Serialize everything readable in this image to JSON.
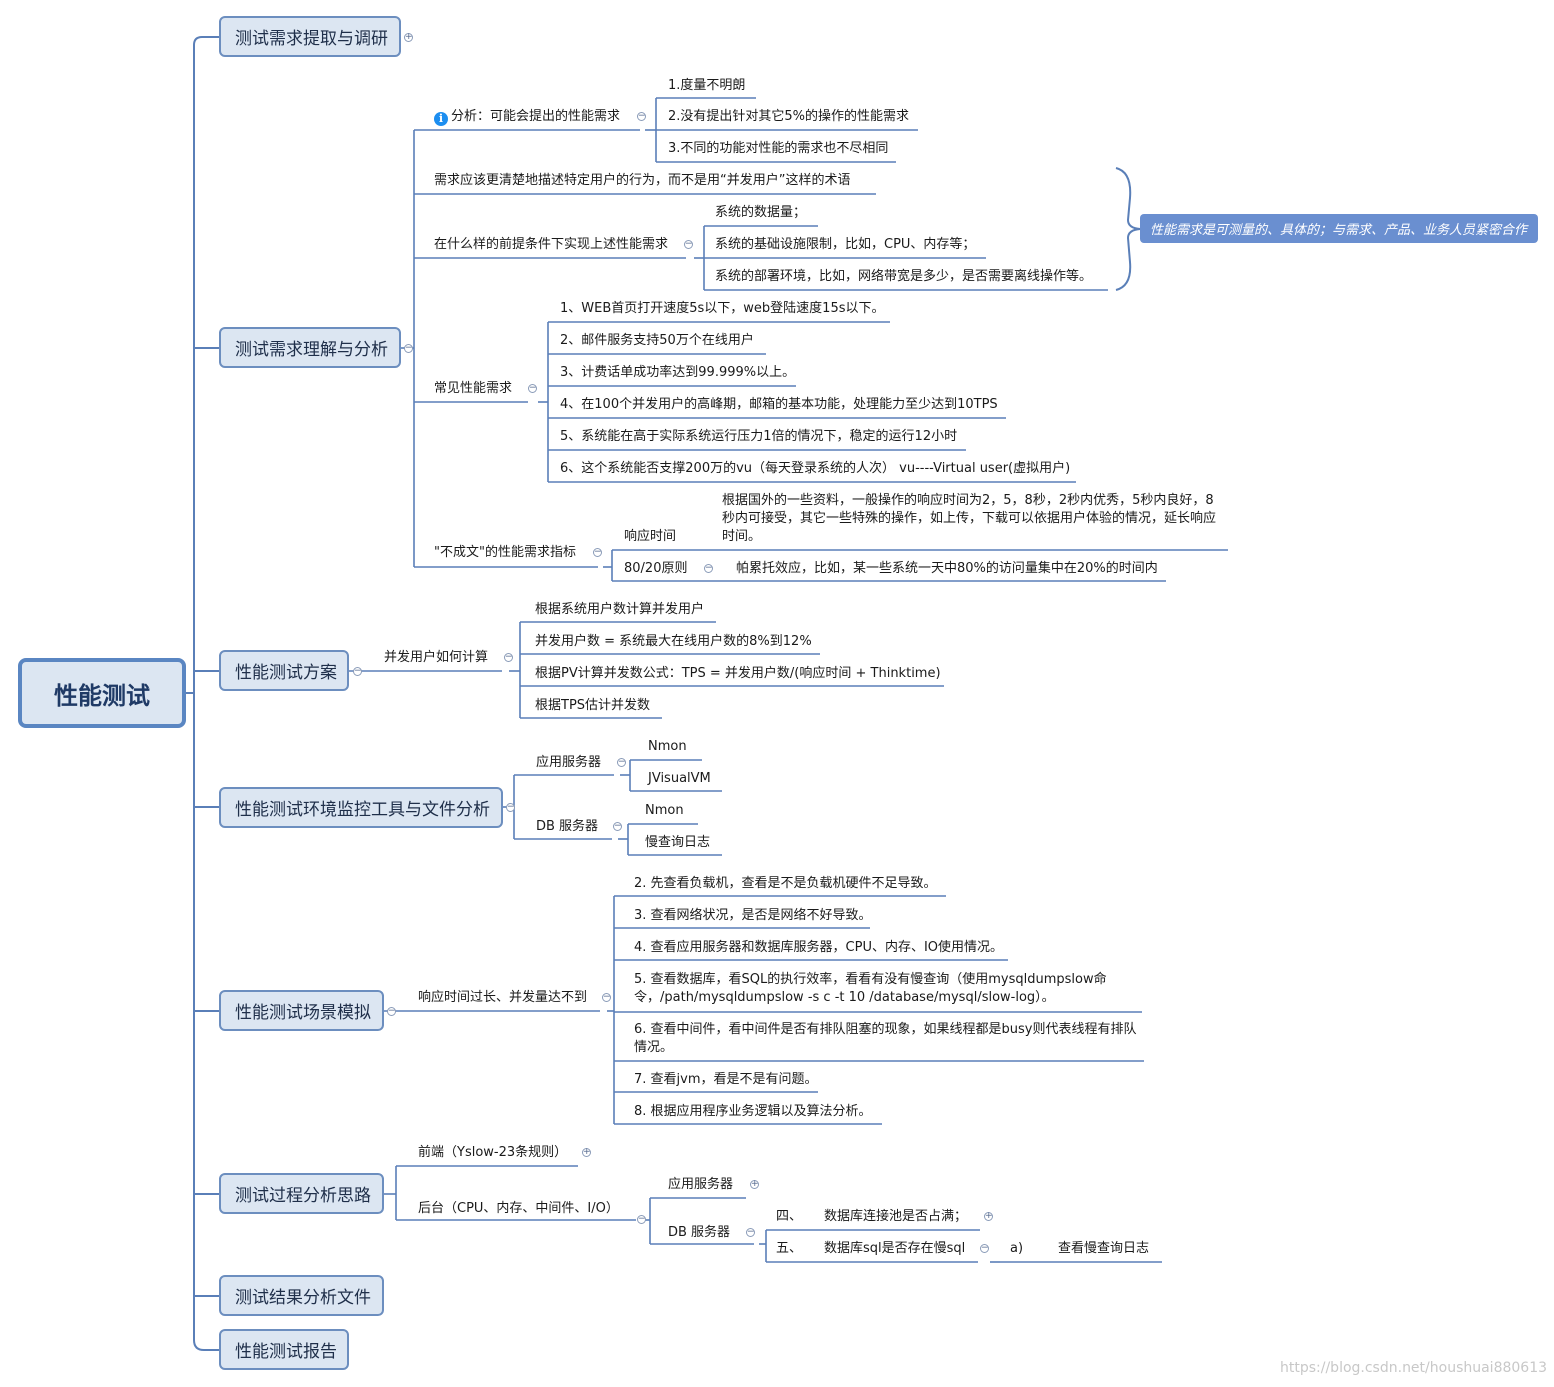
{
  "root": "性能测试",
  "topics": [
    {
      "label": "测试需求提取与调研"
    },
    {
      "label": "测试需求理解与分析"
    },
    {
      "label": "性能测试方案"
    },
    {
      "label": "性能测试环境监控工具与文件分析"
    },
    {
      "label": "性能测试场景模拟"
    },
    {
      "label": "测试过程分析思路"
    },
    {
      "label": "测试结果分析文件"
    },
    {
      "label": "性能测试报告"
    }
  ],
  "analysis": {
    "n1": {
      "label": "分析：可能会提出的性能需求",
      "children": [
        "1.度量不明朗",
        "2.没有提出针对其它5%的操作的性能需求",
        "3.不同的功能对性能的需求也不尽相同"
      ]
    },
    "n2": {
      "label": "需求应该更清楚地描述特定用户的行为，而不是用“并发用户”这样的术语"
    },
    "n3": {
      "label": "在什么样的前提条件下实现上述性能需求",
      "children": [
        "系统的数据量；",
        "系统的基础设施限制，比如，CPU、内存等；",
        "系统的部署环境，比如，网络带宽是多少，是否需要离线操作等。"
      ]
    },
    "callout": "性能需求是可测量的、具体的；与需求、产品、业务人员紧密合作",
    "n4": {
      "label": "常见性能需求",
      "children": [
        "1、WEB首页打开速度5s以下，web登陆速度15s以下。",
        "2、邮件服务支持50万个在线用户",
        "3、计费话单成功率达到99.999%以上。",
        "4、在100个并发用户的高峰期，邮箱的基本功能，处理能力至少达到10TPS",
        "5、系统能在高于实际系统运行压力1倍的情况下，稳定的运行12小时",
        "6、这个系统能否支撑200万的vu（每天登录系统的人次） vu----Virtual user(虚拟用户)"
      ]
    },
    "n5": {
      "label": "\"不成文\"的性能需求指标",
      "resp_label": "响应时间",
      "resp_text": "根据国外的一些资料，一般操作的响应时间为2，5，8秒，2秒内优秀，5秒内良好，8秒内可接受，其它一些特殊的操作，如上传，下载可以依据用户体验的情况，延长响应时间。",
      "rule_label": "80/20原则",
      "rule_text": "帕累托效应，比如，某一些系统一天中80%的访问量集中在20%的时间内"
    }
  },
  "plan": {
    "label": "并发用户如何计算",
    "children": [
      "根据系统用户数计算并发用户",
      "并发用户数 = 系统最大在线用户数的8%到12%",
      "根据PV计算并发数公式：TPS = 并发用户数/(响应时间 + Thinktime)",
      "根据TPS估计并发数"
    ]
  },
  "monitor": {
    "app": {
      "label": "应用服务器",
      "children": [
        "Nmon",
        "JVisualVM"
      ]
    },
    "db": {
      "label": "DB 服务器",
      "children": [
        "Nmon",
        "慢查询日志"
      ]
    }
  },
  "scenario": {
    "label": "响应时间过长、并发量达不到",
    "children": [
      "2. 先查看负载机，查看是不是负载机硬件不足导致。",
      "3. 查看网络状况，是否是网络不好导致。",
      "4. 查看应用服务器和数据库服务器，CPU、内存、IO使用情况。",
      "5. 查看数据库，看SQL的执行效率，看看有没有慢查询（使用mysqldumpslow命令，/path/mysqldumpslow -s c -t 10 /database/mysql/slow-log）。",
      "6. 查看中间件，看中间件是否有排队阻塞的现象，如果线程都是busy则代表线程有排队情况。",
      "7. 查看jvm，看是不是有问题。",
      "8. 根据应用程序业务逻辑以及算法分析。"
    ]
  },
  "process": {
    "front": "前端（Yslow-23条规则）",
    "back": "后台（CPU、内存、中间件、I/O）",
    "app": "应用服务器",
    "db": "DB 服务器",
    "db_c1_num": "四、",
    "db_c1": "数据库连接池是否占满；",
    "db_c2_num": "五、",
    "db_c2": "数据库sql是否存在慢sql",
    "db_c2_sub_num": "a)",
    "db_c2_sub": "查看慢查询日志"
  },
  "watermark": "https://blog.csdn.net/houshuai880613"
}
